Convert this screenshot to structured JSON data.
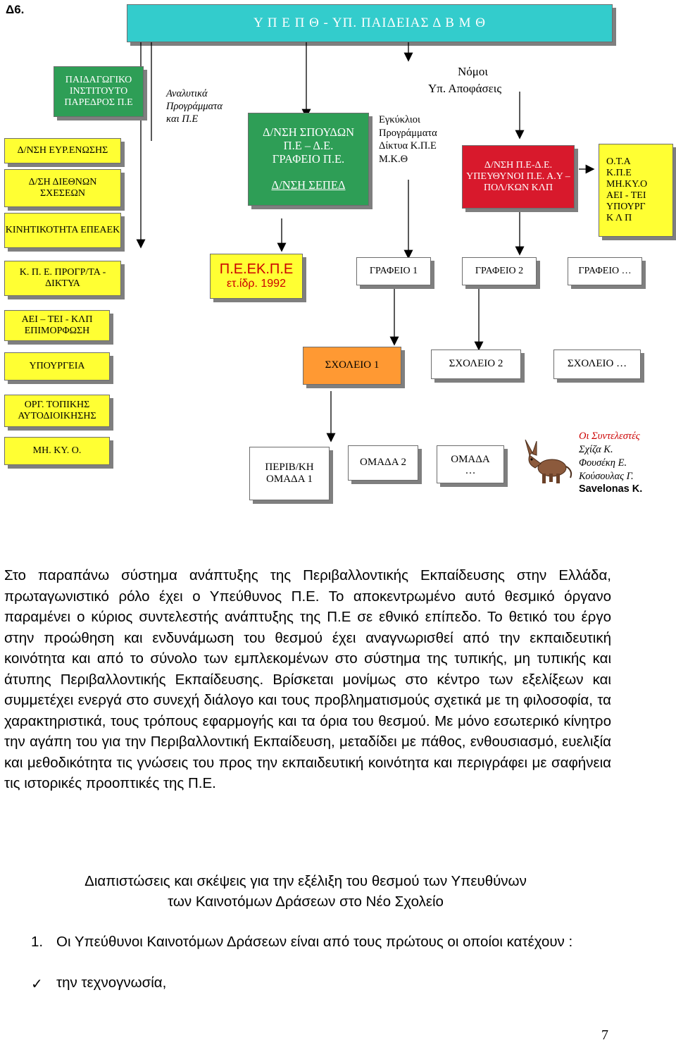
{
  "header": {
    "section_label": "Δ6.",
    "banner_title": "Υ Π Ε Π Θ - ΥΠ. ΠΑΙΔΕΙΑΣ Δ Β Μ Θ"
  },
  "org_chart": {
    "left_column": {
      "pedagogical_institute": "ΠΑΙΔΑΓΩΓΙΚΟ ΙΝΣΤΙΤΟΥΤΟ ΠΑΡΕΔΡΟΣ Π.Ε",
      "eu_unification": "Δ/ΝΣΗ ΕΥΡ.ΕΝΩΣΗΣ",
      "intl_relations": "Δ/ΣΗ ΔΙΕΘΝΩΝ ΣΧΕΣΕΩΝ",
      "mobility": "ΚΙΝΗΤΙΚΟΤΗΤΑ ΕΠΕΑΕΚ",
      "kpe_programs": "Κ. Π. Ε. ΠΡΟΓΡ/ΤΑ - ΔΙΚΤΥΑ",
      "training": "ΑΕΙ – ΤΕΙ - ΚΛΠ ΕΠΙΜΟΡΦΩΣΗ",
      "ministries": "ΥΠΟΥΡΓΕΙΑ",
      "local_gov": "ΟΡΓ. ΤΟΠΙΚΗΣ ΑΥΤΟΔΙΟΙΚΗΣΗΣ",
      "ngos": "ΜΗ. ΚΥ. Ο."
    },
    "labels": {
      "curricula": "Αναλυτικά Προγράμματα και Π.Ε",
      "laws_line1": "Νόμοι",
      "laws_line2": "Υπ. Αποφάσεις",
      "circulars": "Εγκύκλιοι Προγράμματα Δίκτυα Κ.Π.Ε Μ.Κ.Θ"
    },
    "study_directorate": {
      "line1": "Δ/ΝΣΗ ΣΠΟΥΔΩΝ",
      "line2": "Π.Ε – Δ.Ε.",
      "line3": "ΓΡΑΦΕΙΟ Π.Ε.",
      "line4": "Δ/ΝΣΗ ΣΕΠΕΔ"
    },
    "peekpe": {
      "name": "Π.Ε.ΕΚ.Π.Ε",
      "founded": "ετ.ίδρ. 1992"
    },
    "regional_directorate": "Δ/ΝΣΗ Π.Ε-Δ.Ε. ΥΠΕΥΘΥΝΟΙ Π.Ε. Α.Υ – ΠΟΛ/ΚΩΝ ΚΛΠ",
    "partners_box": [
      "Ο.Τ.Α",
      "Κ.Π.Ε",
      "ΜΗ.ΚΥ.Ο",
      "ΑΕΙ - ΤΕΙ",
      "ΥΠΟΥΡΓ",
      "Κ Λ Π"
    ],
    "offices": [
      "ΓΡΑΦΕΙΟ 1",
      "ΓΡΑΦΕΙΟ 2",
      "ΓΡΑΦΕΙΟ …"
    ],
    "schools": [
      "ΣΧΟΛΕΙΟ 1",
      "ΣΧΟΛΕΙΟ 2",
      "ΣΧΟΛΕΙΟ …"
    ],
    "teams": {
      "team1": "ΠΕΡΙΒ/ΚΗ ΟΜΑΔΑ 1",
      "team2": "ΟΜΑΔΑ 2",
      "team3_line1": "ΟΜΑΔΑ",
      "team3_line2": "…"
    },
    "credits": {
      "heading": "Οι Συντελεστές",
      "names": [
        "Σχίζα Κ.",
        "Φουσέκη Ε.",
        "Κούσουλας Γ."
      ],
      "latin_name": "Savelonas K."
    }
  },
  "body_text": {
    "paragraph": "Στο παραπάνω σύστημα ανάπτυξης της Περιβαλλοντικής Εκπαίδευσης στην Ελλάδα, πρωταγωνιστικό ρόλο έχει ο Υπεύθυνος Π.Ε. Το αποκεντρωμένο αυτό θεσμικό όργανο παραμένει ο κύριος συντελεστής ανάπτυξης της Π.Ε σε εθνικό επίπεδο. Το θετικό του έργο στην προώθηση και ενδυνάμωση του θεσμού έχει αναγνωρισθεί από την εκπαιδευτική κοινότητα και από το σύνολο των εμπλεκομένων στο σύστημα της τυπικής, μη τυπικής και άτυπης Περιβαλλοντικής Εκπαίδευσης. Βρίσκεται μονίμως στο κέντρο των εξελίξεων και συμμετέχει ενεργά στο συνεχή διάλογο και τους προβληματισμούς σχετικά με τη φιλοσοφία, τα χαρακτηριστικά, τους τρόπους εφαρμογής και τα όρια του θεσμού. Με μόνο εσωτερικό κίνητρο την αγάπη του για την Περιβαλλοντική Εκπαίδευση, μεταδίδει με πάθος, ενθουσιασμό, ευελιξία και μεθοδικότητα τις γνώσεις του προς την εκπαιδευτική κοινότητα και περιγράφει με σαφήνεια τις ιστορικές προοπτικές της Π.Ε.",
    "section_title_line1": "Διαπιστώσεις και σκέψεις για την εξέλιξη του θεσμού των Υπευθύνων",
    "section_title_line2": "των Καινοτόμων Δράσεων στο Νέο Σχολείο",
    "item_number": "1.",
    "item_text": "Οι Υπεύθυνοι Καινοτόμων Δράσεων είναι από τους πρώτους οι οποίοι κατέχουν :",
    "bullet_mark": "✓",
    "bullet_text": "την τεχνογνωσία,"
  },
  "footer": {
    "page_number": "7"
  },
  "colors": {
    "banner": "#33cccc",
    "yellow_box": "#ffff33",
    "green_box": "#2e9e56",
    "red_box": "#d8192c",
    "orange_box": "#ff9933"
  }
}
